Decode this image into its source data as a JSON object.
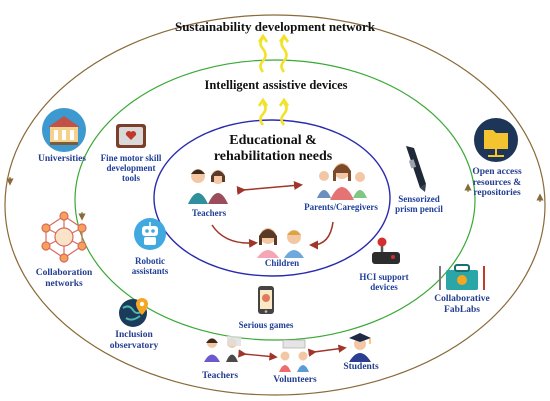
{
  "outer_title": "Sustainability development network",
  "middle_title": "Intelligent assistive devices",
  "inner_title": "Educational &\nrehabilitation needs",
  "inner_labels": {
    "teachers": "Teachers",
    "parents": "Parents/Caregivers",
    "children": "Children"
  },
  "middle_labels": {
    "fine_motor": "Fine motor skill\ndevelopment\ntools",
    "robotic": "Robotic\nassistants",
    "serious_games": "Serious games",
    "hci": "HCI support\ndevices",
    "prism_pencil": "Sensorized\nprism pencil"
  },
  "outer_labels": {
    "universities": "Universities",
    "collaboration": "Collaboration\nnetworks",
    "inclusion": "Inclusion\nobservatory",
    "teachers": "Teachers",
    "volunteers": "Volunteers",
    "students": "Students",
    "fablabs": "Collaborative\nFabLabs",
    "open_access": "Open access\nresources &\nrepositories"
  },
  "colors": {
    "outer_ring": "#8a6a3a",
    "middle_ring": "#3aa935",
    "inner_ring": "#2a2ab0",
    "arrow": "#a0352a",
    "wave": "#f2e32a",
    "label_blue": "#1f3f99"
  },
  "icons": [
    "university-building-icon",
    "network-people-icon",
    "globe-location-icon",
    "motor-skill-board-icon",
    "robot-icon",
    "smartphone-game-icon",
    "joystick-icon",
    "prism-pencil-icon",
    "toolbox-icon",
    "folder-network-icon",
    "teacher-person-icon",
    "parents-group-icon",
    "children-icon",
    "students-graduate-icon",
    "volunteers-icon"
  ]
}
